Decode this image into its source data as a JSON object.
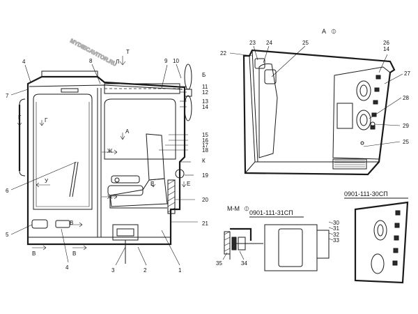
{
  "watermark": "MYDIECAVITOR.RU",
  "codes": {
    "main": "0901-111-30СП",
    "section": "0901-111-31СП"
  },
  "views": {
    "a": "А",
    "m": "М-М"
  },
  "section_letters": {
    "T": "Т",
    "L": "Л",
    "B": "Б",
    "G": "Г",
    "A": "А",
    "ZH": "Ж",
    "K": "К",
    "U": "У",
    "E": "Е",
    "V": "В"
  },
  "callouts": [
    "1",
    "2",
    "3",
    "4",
    "5",
    "6",
    "7",
    "8",
    "9",
    "10",
    "11",
    "12",
    "13",
    "14",
    "15",
    "16",
    "17",
    "18",
    "19",
    "20",
    "21",
    "22",
    "23",
    "24",
    "25",
    "26",
    "27",
    "28",
    "29",
    "30",
    "31",
    "32",
    "33",
    "34",
    "35"
  ],
  "colors": {
    "line": "#1a1a1a",
    "watermark": "#9a9a9a",
    "background": "#ffffff"
  }
}
